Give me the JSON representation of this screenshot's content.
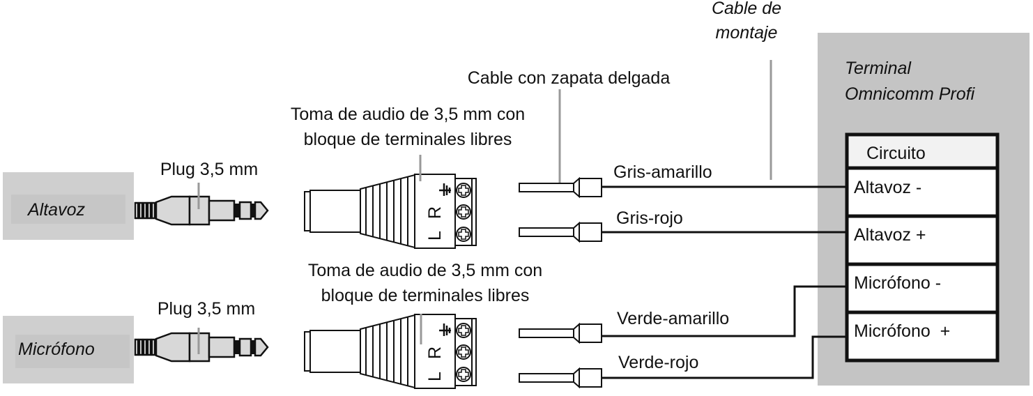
{
  "labels": {
    "cable_de_montaje_line1": "Cable de",
    "cable_de_montaje_line2": "montaje",
    "cable_zapata": "Cable con zapata delgada",
    "toma_line1": "Toma de audio de 3,5 mm con",
    "toma_line2": "bloque de terminales libres",
    "plug": "Plug 3,5 mm"
  },
  "devices": {
    "speaker": "Altavoz",
    "microphone": "Micrófono"
  },
  "terminal": {
    "title_line1": "Terminal",
    "title_line2": "Omnicomm Profi",
    "header": "Circuito",
    "rows": [
      "Altavoz -",
      "Altavoz +",
      "Micrófono -",
      "Micrófono  +"
    ]
  },
  "wires": [
    "Gris-amarillo",
    "Gris-rojo",
    "Verde-amarillo",
    "Verde-rojo"
  ],
  "connector_marks": [
    "L",
    "R"
  ],
  "colors": {
    "panel_gray": "#c4c4c4",
    "device_gray": "#cfcfcf",
    "plug_fill": "#d8d8d8",
    "line": "#111111",
    "leader": "#999999"
  }
}
